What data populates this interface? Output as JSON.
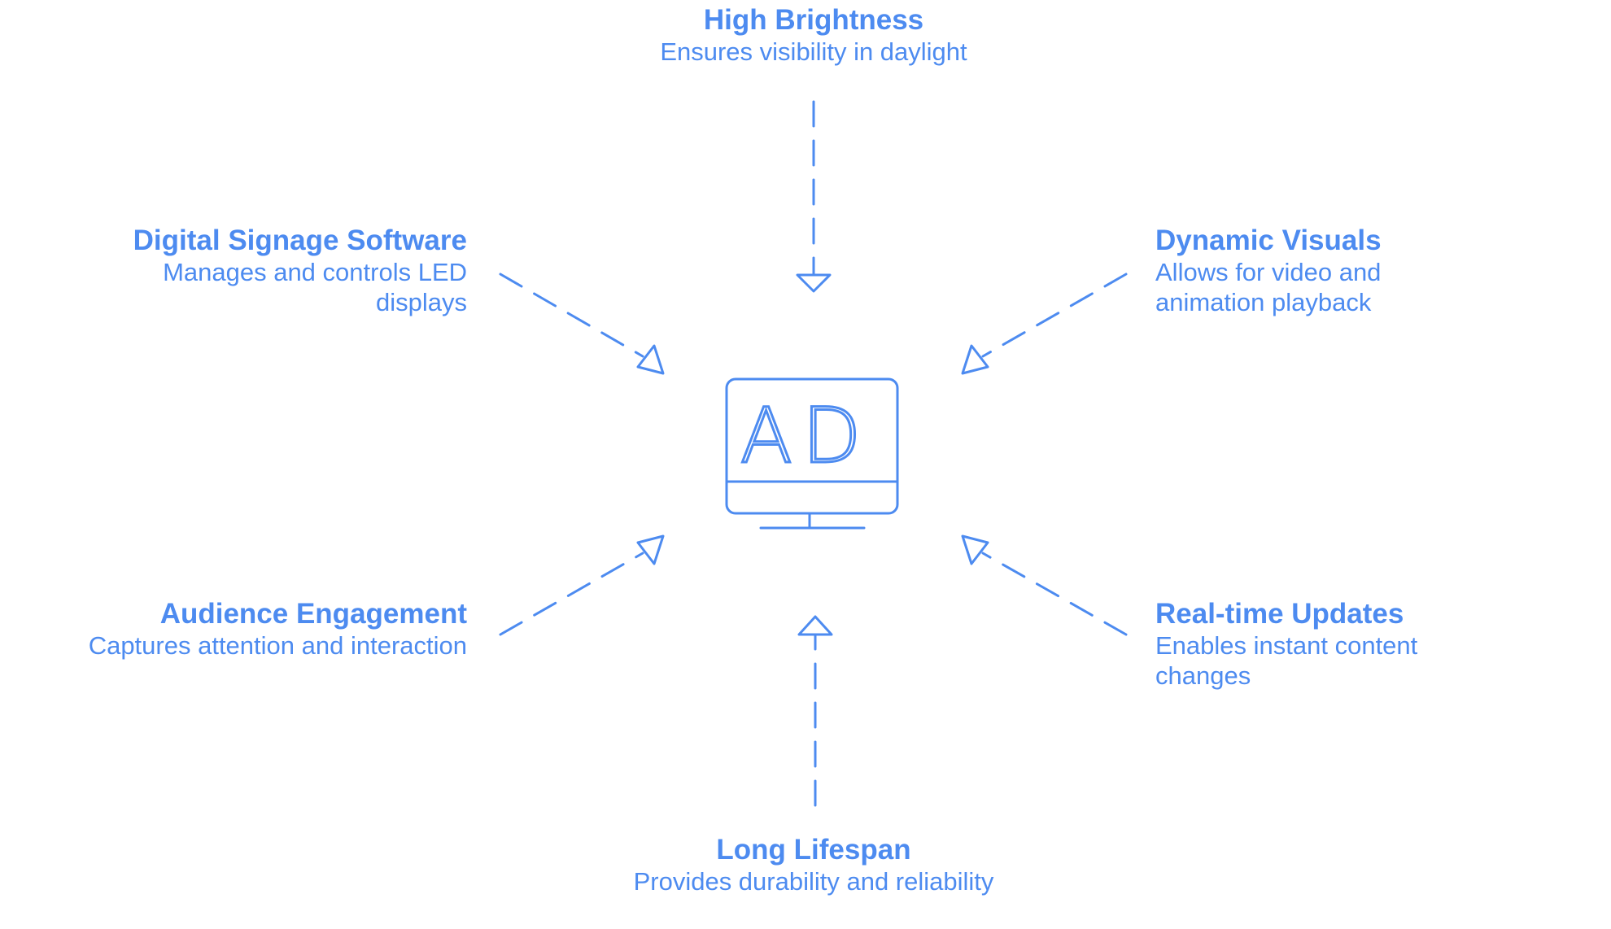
{
  "center": {
    "icon": "ad-monitor-icon",
    "screen_text": "AD"
  },
  "nodes": {
    "top": {
      "title": "High Brightness",
      "description": "Ensures visibility in daylight"
    },
    "upper_left": {
      "title": "Digital Signage Software",
      "description": "Manages and controls LED displays"
    },
    "upper_right": {
      "title": "Dynamic Visuals",
      "description": "Allows for video and animation playback"
    },
    "lower_left": {
      "title": "Audience Engagement",
      "description": "Captures attention and interaction"
    },
    "lower_right": {
      "title": "Real-time Updates",
      "description": "Enables instant content changes"
    },
    "bottom": {
      "title": "Long Lifespan",
      "description": "Provides durability and reliability"
    }
  },
  "colors": {
    "accent": "#4d8bf0"
  }
}
